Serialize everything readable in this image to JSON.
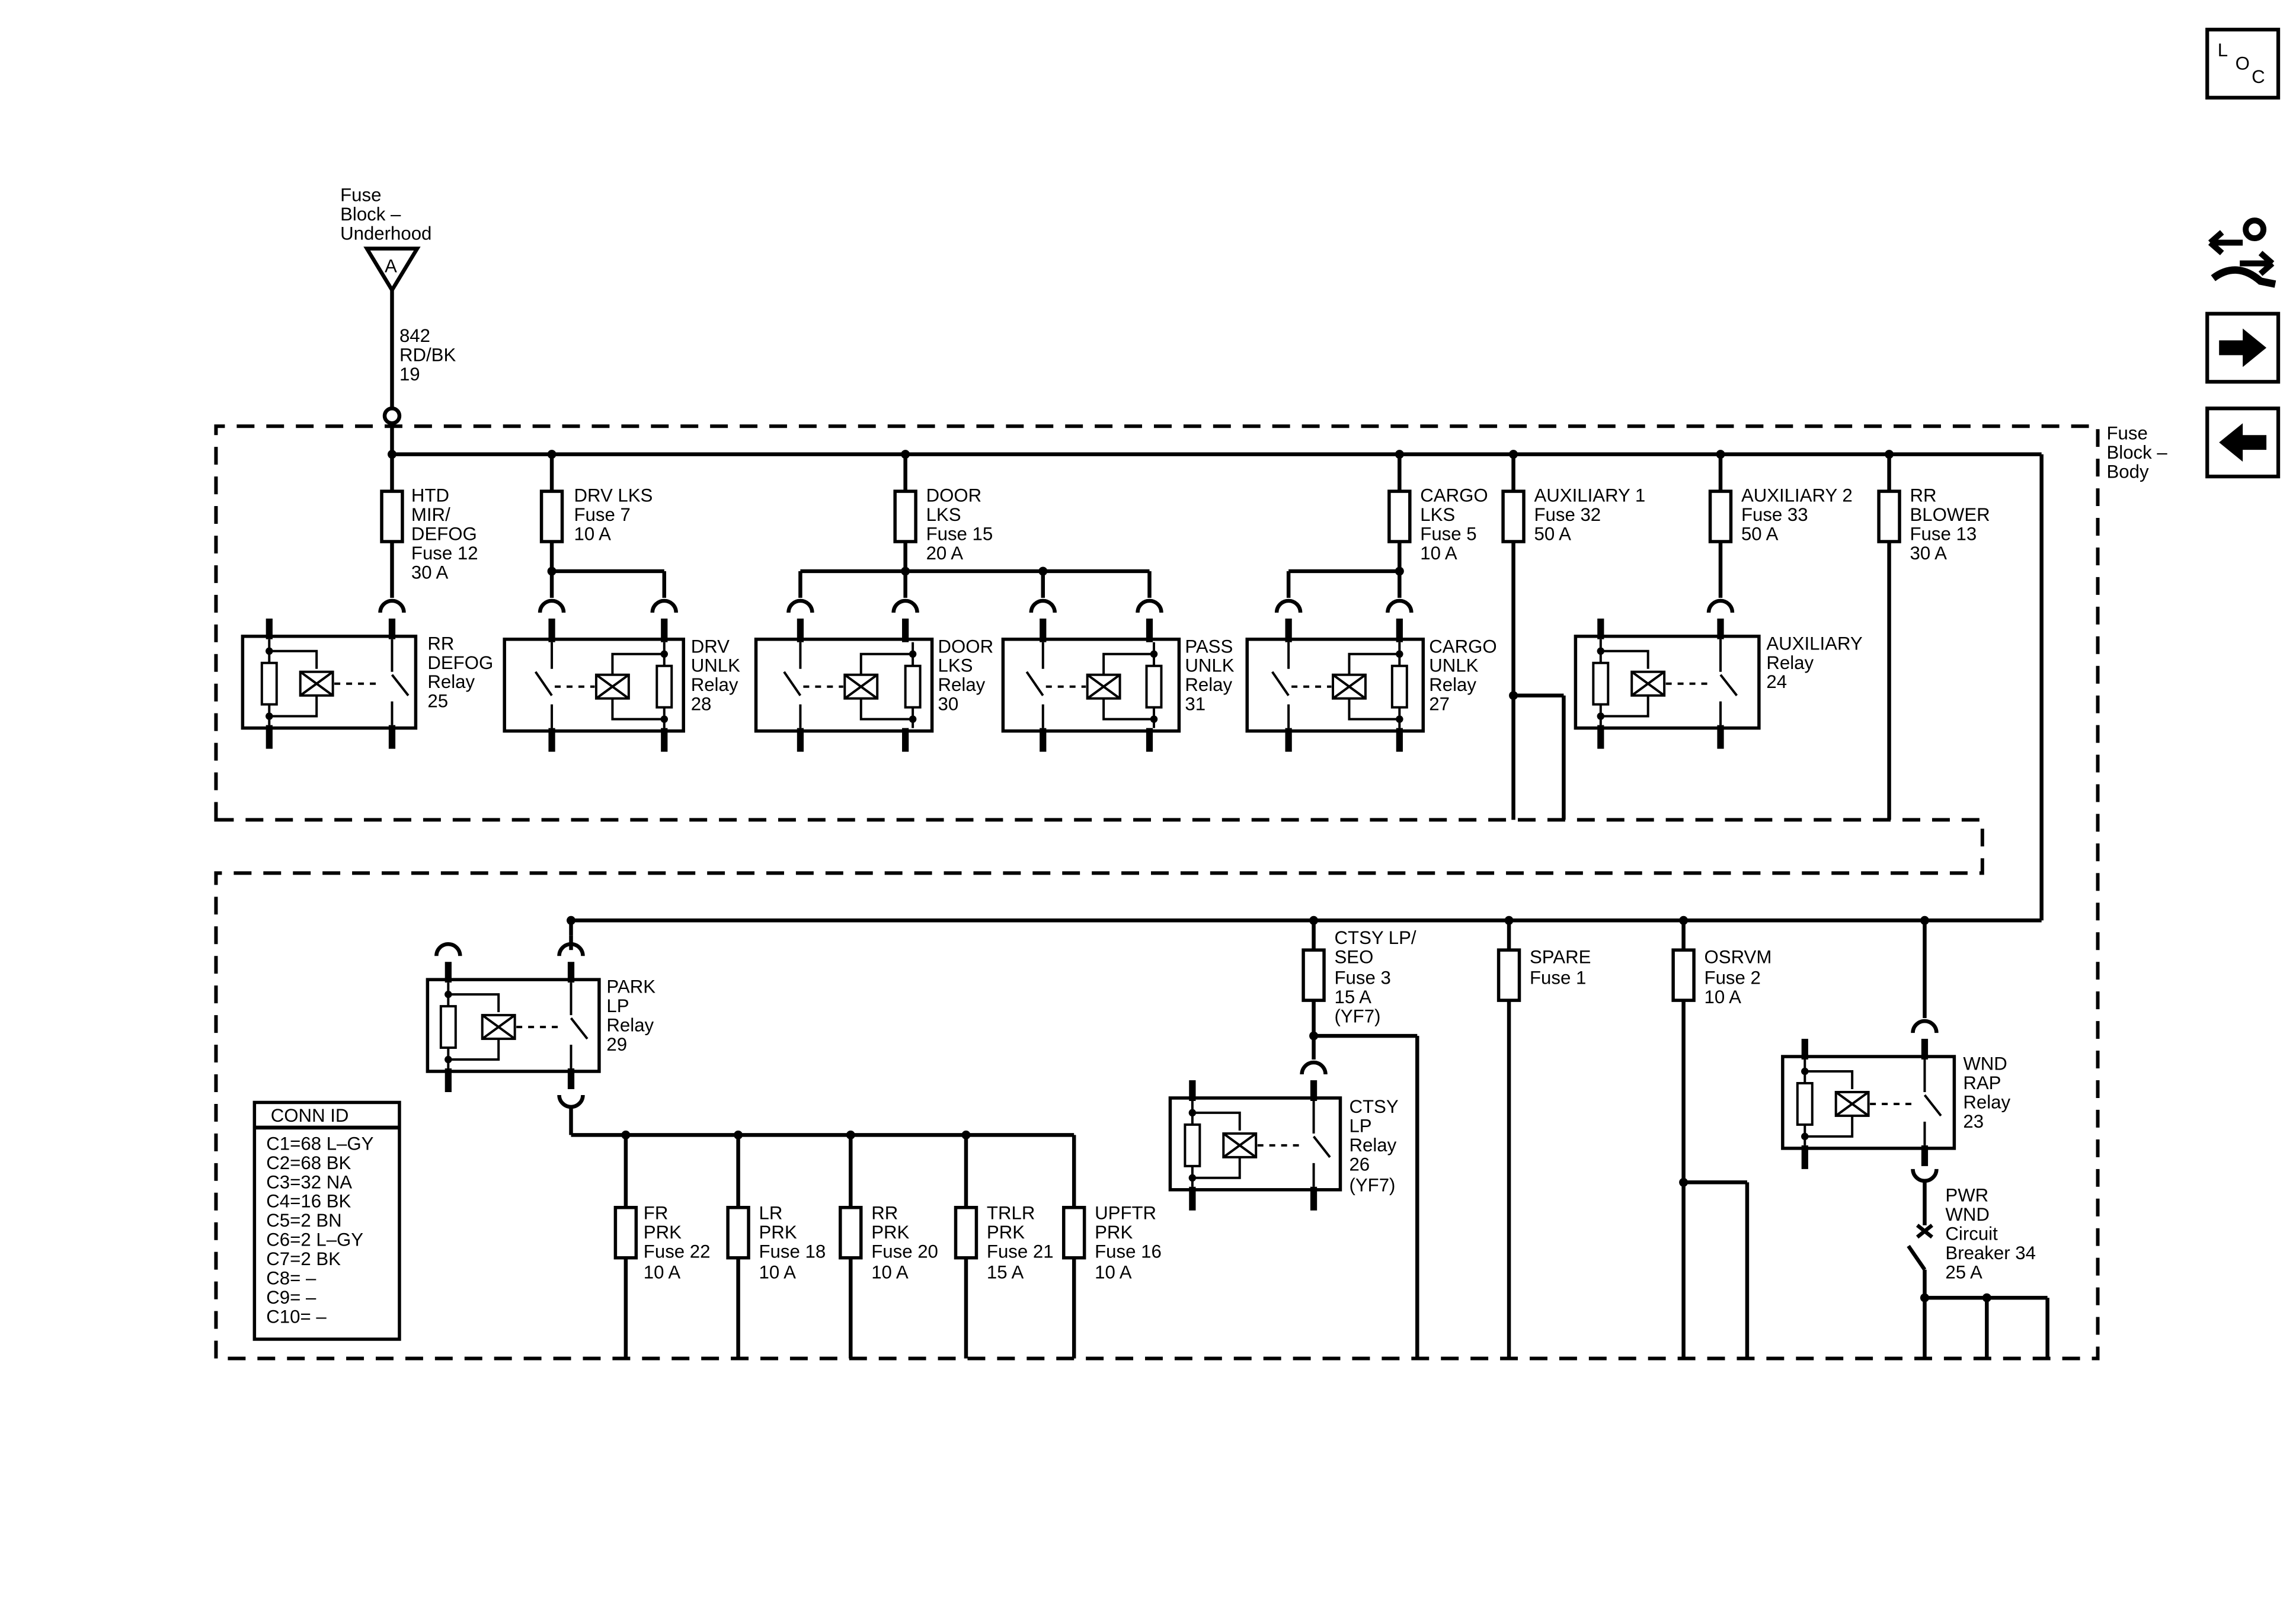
{
  "source": {
    "label_lines": [
      "Fuse",
      "Block –",
      "Underhood"
    ],
    "connector": "A",
    "wire_lines": [
      "842",
      "RD/BK",
      "19"
    ]
  },
  "body_block": {
    "label_lines": [
      "Fuse",
      "Block –",
      "Body"
    ]
  },
  "nav": {
    "loc_icon": "loc-icon",
    "service_icon": "wrench-arrows-icon",
    "next_icon": "arrow-right-icon",
    "prev_icon": "arrow-left-icon",
    "loc_letters": [
      "L",
      "O",
      "C"
    ]
  },
  "fuses": {
    "htd_mir_defog": [
      "HTD",
      "MIR/",
      "DEFOG",
      "Fuse 12",
      "30 A"
    ],
    "drv_lks": [
      "DRV LKS",
      "Fuse 7",
      "10 A"
    ],
    "door_lks": [
      "DOOR",
      "LKS",
      "Fuse 15",
      "20 A"
    ],
    "cargo_lks": [
      "CARGO",
      "LKS",
      "Fuse 5",
      "10 A"
    ],
    "auxiliary_1": [
      "AUXILIARY 1",
      "Fuse 32",
      "50 A"
    ],
    "auxiliary_2": [
      "AUXILIARY 2",
      "Fuse 33",
      "50 A"
    ],
    "rr_blower": [
      "RR",
      "BLOWER",
      "Fuse 13",
      "30 A"
    ],
    "ctsy_lp_seo": [
      "CTSY LP/",
      "SEO",
      "Fuse 3",
      "15 A",
      "(YF7)"
    ],
    "spare": [
      "SPARE",
      "Fuse 1"
    ],
    "osrvm": [
      "OSRVM",
      "Fuse 2",
      "10 A"
    ],
    "fr_prk": [
      "FR",
      "PRK",
      "Fuse 22",
      "10 A"
    ],
    "lr_prk": [
      "LR",
      "PRK",
      "Fuse 18",
      "10 A"
    ],
    "rr_prk": [
      "RR",
      "PRK",
      "Fuse 20",
      "10 A"
    ],
    "trlr_prk": [
      "TRLR",
      "PRK",
      "Fuse 21",
      "15 A"
    ],
    "upftr_prk": [
      "UPFTR",
      "PRK",
      "Fuse 16",
      "10 A"
    ]
  },
  "relays": {
    "rr_defog": [
      "RR",
      "DEFOG",
      "Relay",
      "25"
    ],
    "drv_unlk": [
      "DRV",
      "UNLK",
      "Relay",
      "28"
    ],
    "door_lks": [
      "DOOR",
      "LKS",
      "Relay",
      "30"
    ],
    "pass_unlk": [
      "PASS",
      "UNLK",
      "Relay",
      "31"
    ],
    "cargo_unlk": [
      "CARGO",
      "UNLK",
      "Relay",
      "27"
    ],
    "auxiliary": [
      "AUXILIARY",
      "Relay",
      "24"
    ],
    "park_lp": [
      "PARK",
      "LP",
      "Relay",
      "29"
    ],
    "ctsy_lp": [
      "CTSY",
      "LP",
      "Relay",
      "26",
      "(YF7)"
    ],
    "wnd_rap": [
      "WND",
      "RAP",
      "Relay",
      "23"
    ]
  },
  "circuit_breaker": [
    "PWR",
    "WND",
    "Circuit",
    "Breaker 34",
    "25 A"
  ],
  "conn_id": {
    "title": "CONN ID",
    "rows": [
      "C1=68 L–GY",
      "C2=68 BK",
      "C3=32 NA",
      "C4=16 BK",
      "C5=2 BN",
      "C6=2 L–GY",
      "C7=2 BK",
      "C8= –",
      "C9= –",
      "C10= –"
    ]
  }
}
